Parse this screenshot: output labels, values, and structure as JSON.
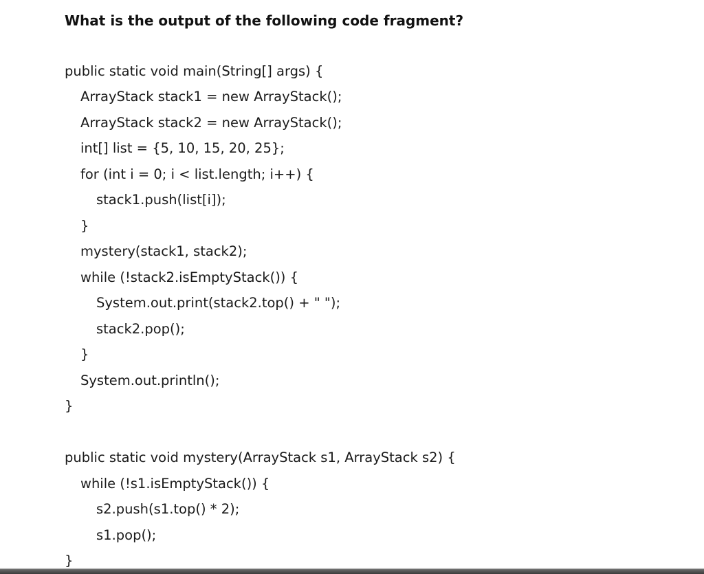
{
  "question": "What is the output of the following code fragment?",
  "code_lines": [
    "public static void main(String[] args) {",
    "ArrayStack stack1 = new ArrayStack();",
    "ArrayStack stack2 = new ArrayStack();",
    "int[] list = {5, 10, 15, 20, 25};",
    "for (int i = 0; i < list.length; i++) {",
    "stack1.push(list[i]);",
    "}",
    "mystery(stack1, stack2);",
    "while (!stack2.isEmptyStack()) {",
    "System.out.print(stack2.top() + \" \");",
    "stack2.pop();",
    "}",
    "System.out.println();",
    "}",
    "public static void mystery(ArrayStack s1, ArrayStack s2) {",
    "while (!s1.isEmptyStack()) {",
    "s2.push(s1.top() * 2);",
    "s1.pop();",
    "}"
  ]
}
